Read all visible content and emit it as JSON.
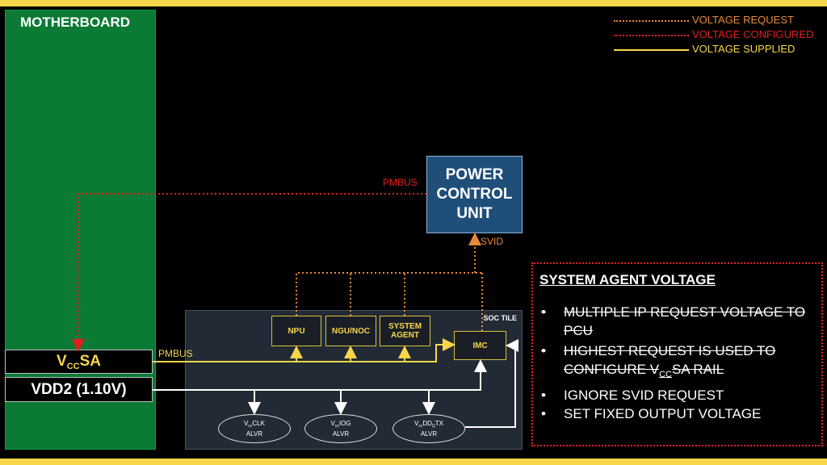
{
  "motherboard": {
    "title": "MOTHERBOARD"
  },
  "rails": {
    "vccsa": {
      "main": "V",
      "sub": "CC",
      "suffix": "SA"
    },
    "vdd2": "VDD2 (1.10V)"
  },
  "pcu": {
    "label_lines": [
      "POWER",
      "CONTROL",
      "UNIT"
    ]
  },
  "soc_tile": {
    "title": "SOC TILE",
    "blocks": [
      {
        "id": "npu",
        "label": "NPU"
      },
      {
        "id": "ngu",
        "label": "NGU/NOC"
      },
      {
        "id": "system-agent",
        "label": "SYSTEM AGENT"
      },
      {
        "id": "imc",
        "label": "IMC"
      }
    ],
    "alvrs": [
      {
        "id": "clk",
        "pre": "V",
        "sub": "cc",
        "name": "CLK",
        "bottom": "ALVR"
      },
      {
        "id": "iog",
        "pre": "V",
        "sub": "cc",
        "name": "IOG",
        "bottom": "ALVR"
      },
      {
        "id": "ddqtx",
        "pre": "V",
        "sub": "cc",
        "mid": "DD",
        "sub2": "Q",
        "name": "TX",
        "bottom": "ALVR"
      }
    ]
  },
  "labels": {
    "pmbus_top": "PMBUS",
    "pmbus_rail": "PMBUS",
    "svid": "SVID"
  },
  "legend": [
    {
      "label": "VOLTAGE REQUEST",
      "color": "#e8883a",
      "style": "dotted"
    },
    {
      "label": "VOLTAGE CONFIGURED",
      "color": "#e02020",
      "style": "dotted"
    },
    {
      "label": "VOLTAGE SUPPLIED",
      "color": "#f7d64a",
      "style": "solid"
    }
  ],
  "panel": {
    "title": "SYSTEM AGENT VOLTAGE",
    "items": [
      {
        "text": "MULTIPLE IP REQUEST VOLTAGE TO PCU",
        "struck": true
      },
      {
        "text_pre": "HIGHEST REQUEST IS USED TO CONFIGURE V",
        "text_sub": "CC",
        "text_post": "SA RAIL",
        "struck": true
      },
      {
        "text": "IGNORE SVID REQUEST",
        "struck": false
      },
      {
        "text": "SET FIXED OUTPUT VOLTAGE",
        "struck": false
      }
    ]
  },
  "colors": {
    "request": "#e8883a",
    "configured": "#e02020",
    "supplied": "#f7d64a",
    "fixed": "#ffffff",
    "board": "#0b7a35",
    "pcu": "#1f4e79"
  }
}
